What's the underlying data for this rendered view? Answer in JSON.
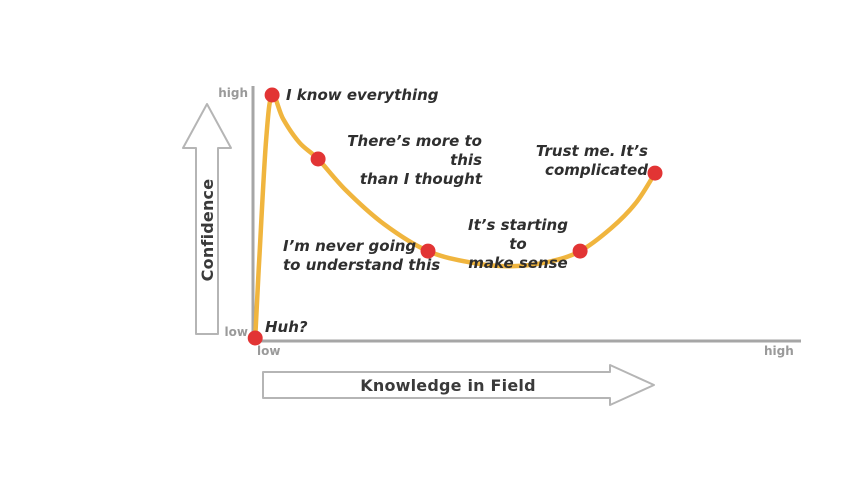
{
  "chart_data": {
    "type": "line",
    "title": "",
    "xlabel": "Knowledge in Field",
    "ylabel": "Confidence",
    "x_axis": {
      "low": "low",
      "high": "high"
    },
    "y_axis": {
      "low": "low",
      "high": "high"
    },
    "points": [
      {
        "x": 0.004,
        "y": 0.012,
        "label": "Huh?"
      },
      {
        "x": 0.035,
        "y": 0.98,
        "label": "I know everything"
      },
      {
        "x": 0.119,
        "y": 0.725,
        "label": "There’s more to this\nthan I thought"
      },
      {
        "x": 0.32,
        "y": 0.358,
        "label": "I’m never going\nto understand this"
      },
      {
        "x": 0.598,
        "y": 0.358,
        "label": "It’s starting to\nmake sense"
      },
      {
        "x": 0.735,
        "y": 0.669,
        "label": "Trust me. It’s\ncomplicated"
      }
    ],
    "curve": [
      [
        0.004,
        0.012
      ],
      [
        0.012,
        0.35
      ],
      [
        0.024,
        0.8
      ],
      [
        0.035,
        0.98
      ],
      [
        0.055,
        0.885
      ],
      [
        0.085,
        0.79
      ],
      [
        0.119,
        0.725
      ],
      [
        0.17,
        0.6
      ],
      [
        0.24,
        0.465
      ],
      [
        0.32,
        0.358
      ],
      [
        0.4,
        0.312
      ],
      [
        0.47,
        0.298
      ],
      [
        0.54,
        0.315
      ],
      [
        0.598,
        0.358
      ],
      [
        0.655,
        0.45
      ],
      [
        0.7,
        0.55
      ],
      [
        0.735,
        0.669
      ]
    ],
    "colors": {
      "curve": "#f0b53e",
      "dot": "#e23434",
      "axis": "#a6a6a6",
      "arrow_outline": "#b5b5b5",
      "axis_title_text": "#3a3a3a",
      "tick_text": "#9a9a9a",
      "annotation_text": "#2f2f2f"
    }
  }
}
